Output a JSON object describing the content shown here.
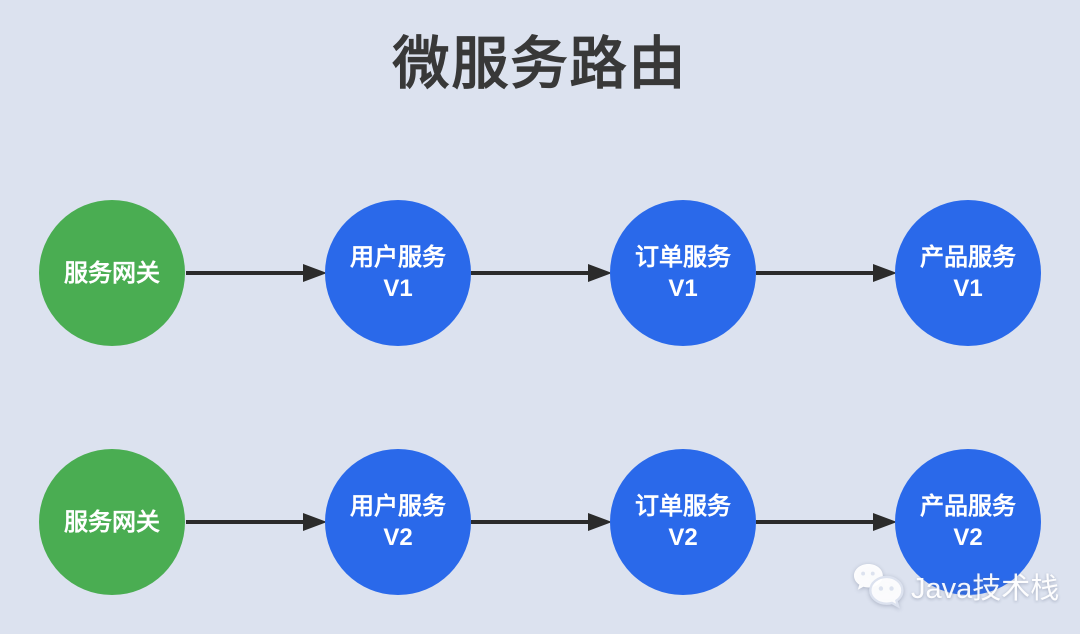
{
  "title": "微服务路由",
  "colors": {
    "background": "#dce2ef",
    "gateway-fill": "#4aad52",
    "service-fill": "#2a69ea",
    "arrow-color": "#2b2b2b",
    "title-color": "#383838",
    "node-text-color": "#ffffff",
    "watermark-color": "#ffffff"
  },
  "rows": [
    {
      "name": "v1-route",
      "nodes": [
        {
          "label": "服务网关",
          "sublabel": "",
          "type": "gateway"
        },
        {
          "label": "用户服务",
          "sublabel": "V1",
          "type": "service"
        },
        {
          "label": "订单服务",
          "sublabel": "V1",
          "type": "service"
        },
        {
          "label": "产品服务",
          "sublabel": "V1",
          "type": "service"
        }
      ]
    },
    {
      "name": "v2-route",
      "nodes": [
        {
          "label": "服务网关",
          "sublabel": "",
          "type": "gateway"
        },
        {
          "label": "用户服务",
          "sublabel": "V2",
          "type": "service"
        },
        {
          "label": "订单服务",
          "sublabel": "V2",
          "type": "service"
        },
        {
          "label": "产品服务",
          "sublabel": "V2",
          "type": "service"
        }
      ]
    }
  ],
  "watermark": {
    "icon": "wechat-icon",
    "text": "Java技术栈"
  }
}
